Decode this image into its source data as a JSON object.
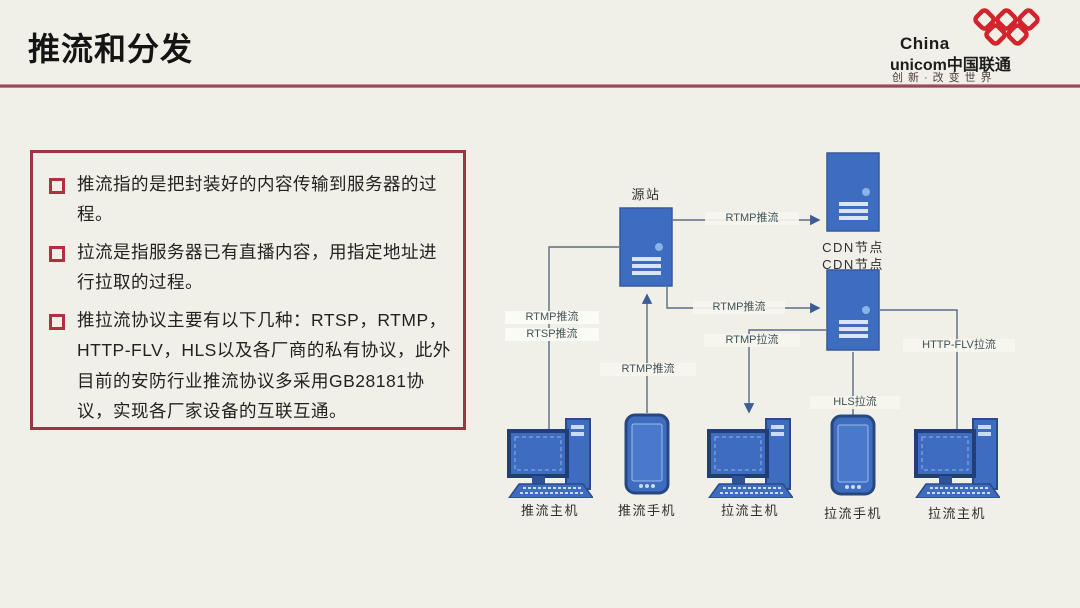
{
  "slide": {
    "title": "推流和分发",
    "background_color": "#f1f0e8",
    "divider_color": "#8e3f4e"
  },
  "logo": {
    "brand_top": "China",
    "brand_bottom": "unicom中国联通",
    "tagline": "创新·改变世界",
    "knot_color": "#d2242c"
  },
  "content_box": {
    "border_color": "#9a3742",
    "bullet_color": "#b5303f",
    "bullets": [
      "推流指的是把封装好的内容传输到服务器的过程。",
      "拉流是指服务器已有直播内容，用指定地址进行拉取的过程。",
      "推拉流协议主要有以下几种：RTSP，RTMP，HTTP-FLV，HLS以及各厂商的私有协议，此外目前的安防行业推流协议多采用GB28181协议，实现各厂家设备的互联互通。"
    ]
  },
  "diagram": {
    "node_color": "#3e6cc1",
    "line_color": "#5c6b83",
    "nodes": {
      "origin": {
        "label": "源站",
        "type": "server"
      },
      "cdn1": {
        "label": "CDN节点",
        "type": "server"
      },
      "cdn2": {
        "label": "CDN节点",
        "type": "server"
      },
      "push_host": {
        "label": "推流主机",
        "type": "desktop"
      },
      "push_phone": {
        "label": "推流手机",
        "type": "phone"
      },
      "pull_host_1": {
        "label": "拉流主机",
        "type": "desktop"
      },
      "pull_phone": {
        "label": "拉流手机",
        "type": "phone"
      },
      "pull_host_2": {
        "label": "拉流主机",
        "type": "desktop"
      }
    },
    "edge_labels": {
      "origin_to_cdn1": "RTMP推流",
      "origin_to_cdn2": "RTMP推流",
      "push_host_line1": "RTMP推流",
      "push_host_line2": "RTSP推流",
      "push_phone_to_origin": "RTMP推流",
      "cdn2_to_pull_host1": "RTMP拉流",
      "cdn2_to_pull_phone": "HLS拉流",
      "cdn2_to_pull_host2": "HTTP-FLV拉流"
    }
  }
}
